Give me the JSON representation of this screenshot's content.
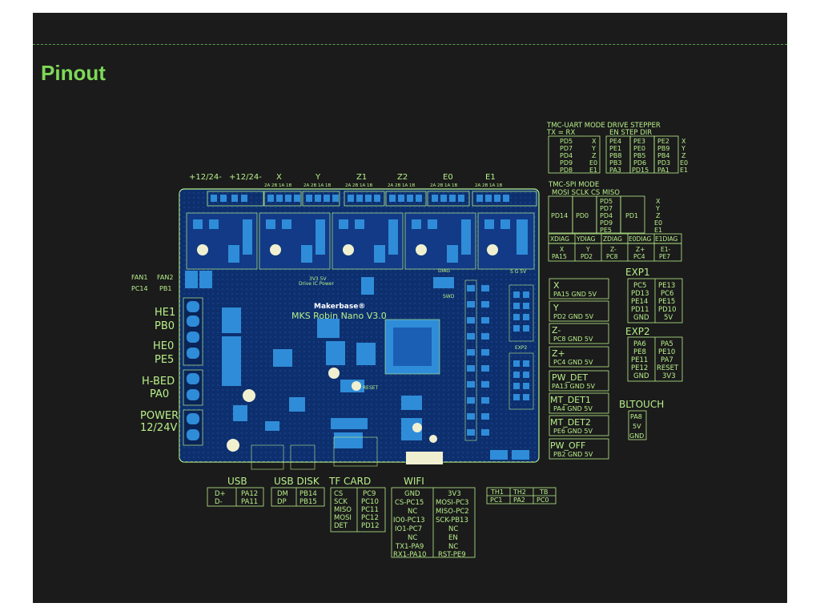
{
  "page": {
    "title": "Pinout"
  },
  "colors": {
    "background": "#1b1b1b",
    "accent": "#7ed957",
    "silk": "#b8ef8a",
    "pcb": "#0d2f6e",
    "trace": "#1a5fb4",
    "component": "#2f8cd8"
  },
  "board": {
    "brand": "Makerbase®",
    "model": "MKS Robin Nano V3.0",
    "top_labels": [
      "+12/24-",
      "+12/24-",
      "X",
      "Y",
      "Z1",
      "Z2",
      "E0",
      "E1"
    ],
    "pin_labels": [
      "2A 2B 1A 1B",
      "2A 2B 1A 1B",
      "2A 2B 1A 1B",
      "2A 2B 1A 1B",
      "2A 2B 1A 1B",
      "2A 2B 1A 1B"
    ],
    "exp2_label": "EXP2",
    "drive_ic_power": "Drive IC Power",
    "v_labels": "3V3 5V",
    "swd": "SWD",
    "reset": "RESET",
    "diag": "DIAG",
    "sg5v": "S G 5V"
  },
  "left": {
    "fan1": "FAN1",
    "fan2": "FAN2",
    "pc14": "PC14",
    "pb1": "PB1",
    "he1": "HE1",
    "pb0": "PB0",
    "he0": "HE0",
    "pe5": "PE5",
    "hbed": "H-BED",
    "pa0": "PA0",
    "power": "POWER",
    "voltage": "12/24V"
  },
  "uart": {
    "title": "TMC-UART MODE DRIVE STEPPER",
    "header_left": "TX = RX",
    "header_right": "EN  STEP  DIR",
    "txrx": [
      "PD5",
      "PD7",
      "PD4",
      "PD9",
      "PD8"
    ],
    "axes": [
      "X",
      "Y",
      "Z",
      "E0",
      "E1"
    ],
    "en": [
      "PE4",
      "PE1",
      "PB8",
      "PB3",
      "PA3"
    ],
    "step": [
      "PE3",
      "PE0",
      "PB5",
      "PD6",
      "PD15"
    ],
    "dir": [
      "PE2",
      "PB9",
      "PB4",
      "PD3",
      "PA1"
    ]
  },
  "spi": {
    "title": "TMC-SPI MODE",
    "headers": "MOSI  SCLK   CS   MISO",
    "mosi": "PD14",
    "sclk": "PD0",
    "miso": "PD1",
    "cs": [
      "PD5",
      "PD7",
      "PD4",
      "PD9",
      "PE5"
    ],
    "axes": [
      "X",
      "Y",
      "Z",
      "E0",
      "E1"
    ]
  },
  "diag": {
    "labels": [
      "XDIAG",
      "YDIAG",
      "ZDIAG",
      "E0DIAG",
      "E1DIAG"
    ],
    "axes": [
      "X",
      "Y",
      "Z-",
      "Z+",
      "E1-"
    ],
    "pins": [
      "PA15",
      "PD2",
      "PC8",
      "PC4",
      "PE7"
    ]
  },
  "endstops": [
    {
      "name": "X",
      "pins": "PA15  GND  5V"
    },
    {
      "name": "Y",
      "pins": "PD2  GND  5V"
    },
    {
      "name": "Z-",
      "pins": "PC8  GND  5V"
    },
    {
      "name": "Z+",
      "pins": "PC4  GND  5V"
    },
    {
      "name": "PW_DET",
      "pins": "PA13  GND  5V"
    },
    {
      "name": "MT_DET1",
      "pins": "PA4  GND  5V"
    },
    {
      "name": "MT_DET2",
      "pins": "PE6  GND  5V"
    },
    {
      "name": "PW_OFF",
      "pins": "PB2  GND  5V"
    }
  ],
  "exp1": {
    "title": "EXP1",
    "left": [
      "PC5",
      "PD13",
      "PE14",
      "PD11",
      "GND"
    ],
    "right": [
      "PE13",
      "PC6",
      "PE15",
      "PD10",
      "5V"
    ]
  },
  "exp2": {
    "title": "EXP2",
    "left": [
      "PA6",
      "PE8",
      "PE11",
      "PE12",
      "GND"
    ],
    "right": [
      "PA5",
      "PE10",
      "PA7",
      "RESET",
      "3V3"
    ]
  },
  "bltouch": {
    "title": "BLTOUCH",
    "pins": [
      "PA8",
      "5V",
      "GND"
    ]
  },
  "usb": {
    "title": "USB",
    "left": [
      "D+",
      "D-"
    ],
    "right": [
      "PA12",
      "PA11"
    ]
  },
  "usb_disk": {
    "title": "USB DISK",
    "left": [
      "DM",
      "DP"
    ],
    "right": [
      "PB14",
      "PB15"
    ]
  },
  "tf_card": {
    "title": "TF CARD",
    "left": [
      "CS",
      "SCK",
      "MISO",
      "MOSI",
      "DET"
    ],
    "right": [
      "PC9",
      "PC10",
      "PC11",
      "PC12",
      "PD12"
    ]
  },
  "wifi": {
    "title": "WIFI",
    "left": [
      "GND",
      "CS-PC15",
      "NC",
      "IO0-PC13",
      "IO1-PC7",
      "NC",
      "TX1-PA9",
      "RX1-PA10"
    ],
    "right": [
      "3V3",
      "MOSI-PC3",
      "MISO-PC2",
      "SCK-PB13",
      "NC",
      "EN",
      "NC",
      "RST-PE9"
    ]
  },
  "thermistor": {
    "headers": [
      "TH1",
      "TH2",
      "TB"
    ],
    "pins": [
      "PC1",
      "PA2",
      "PC0"
    ]
  }
}
